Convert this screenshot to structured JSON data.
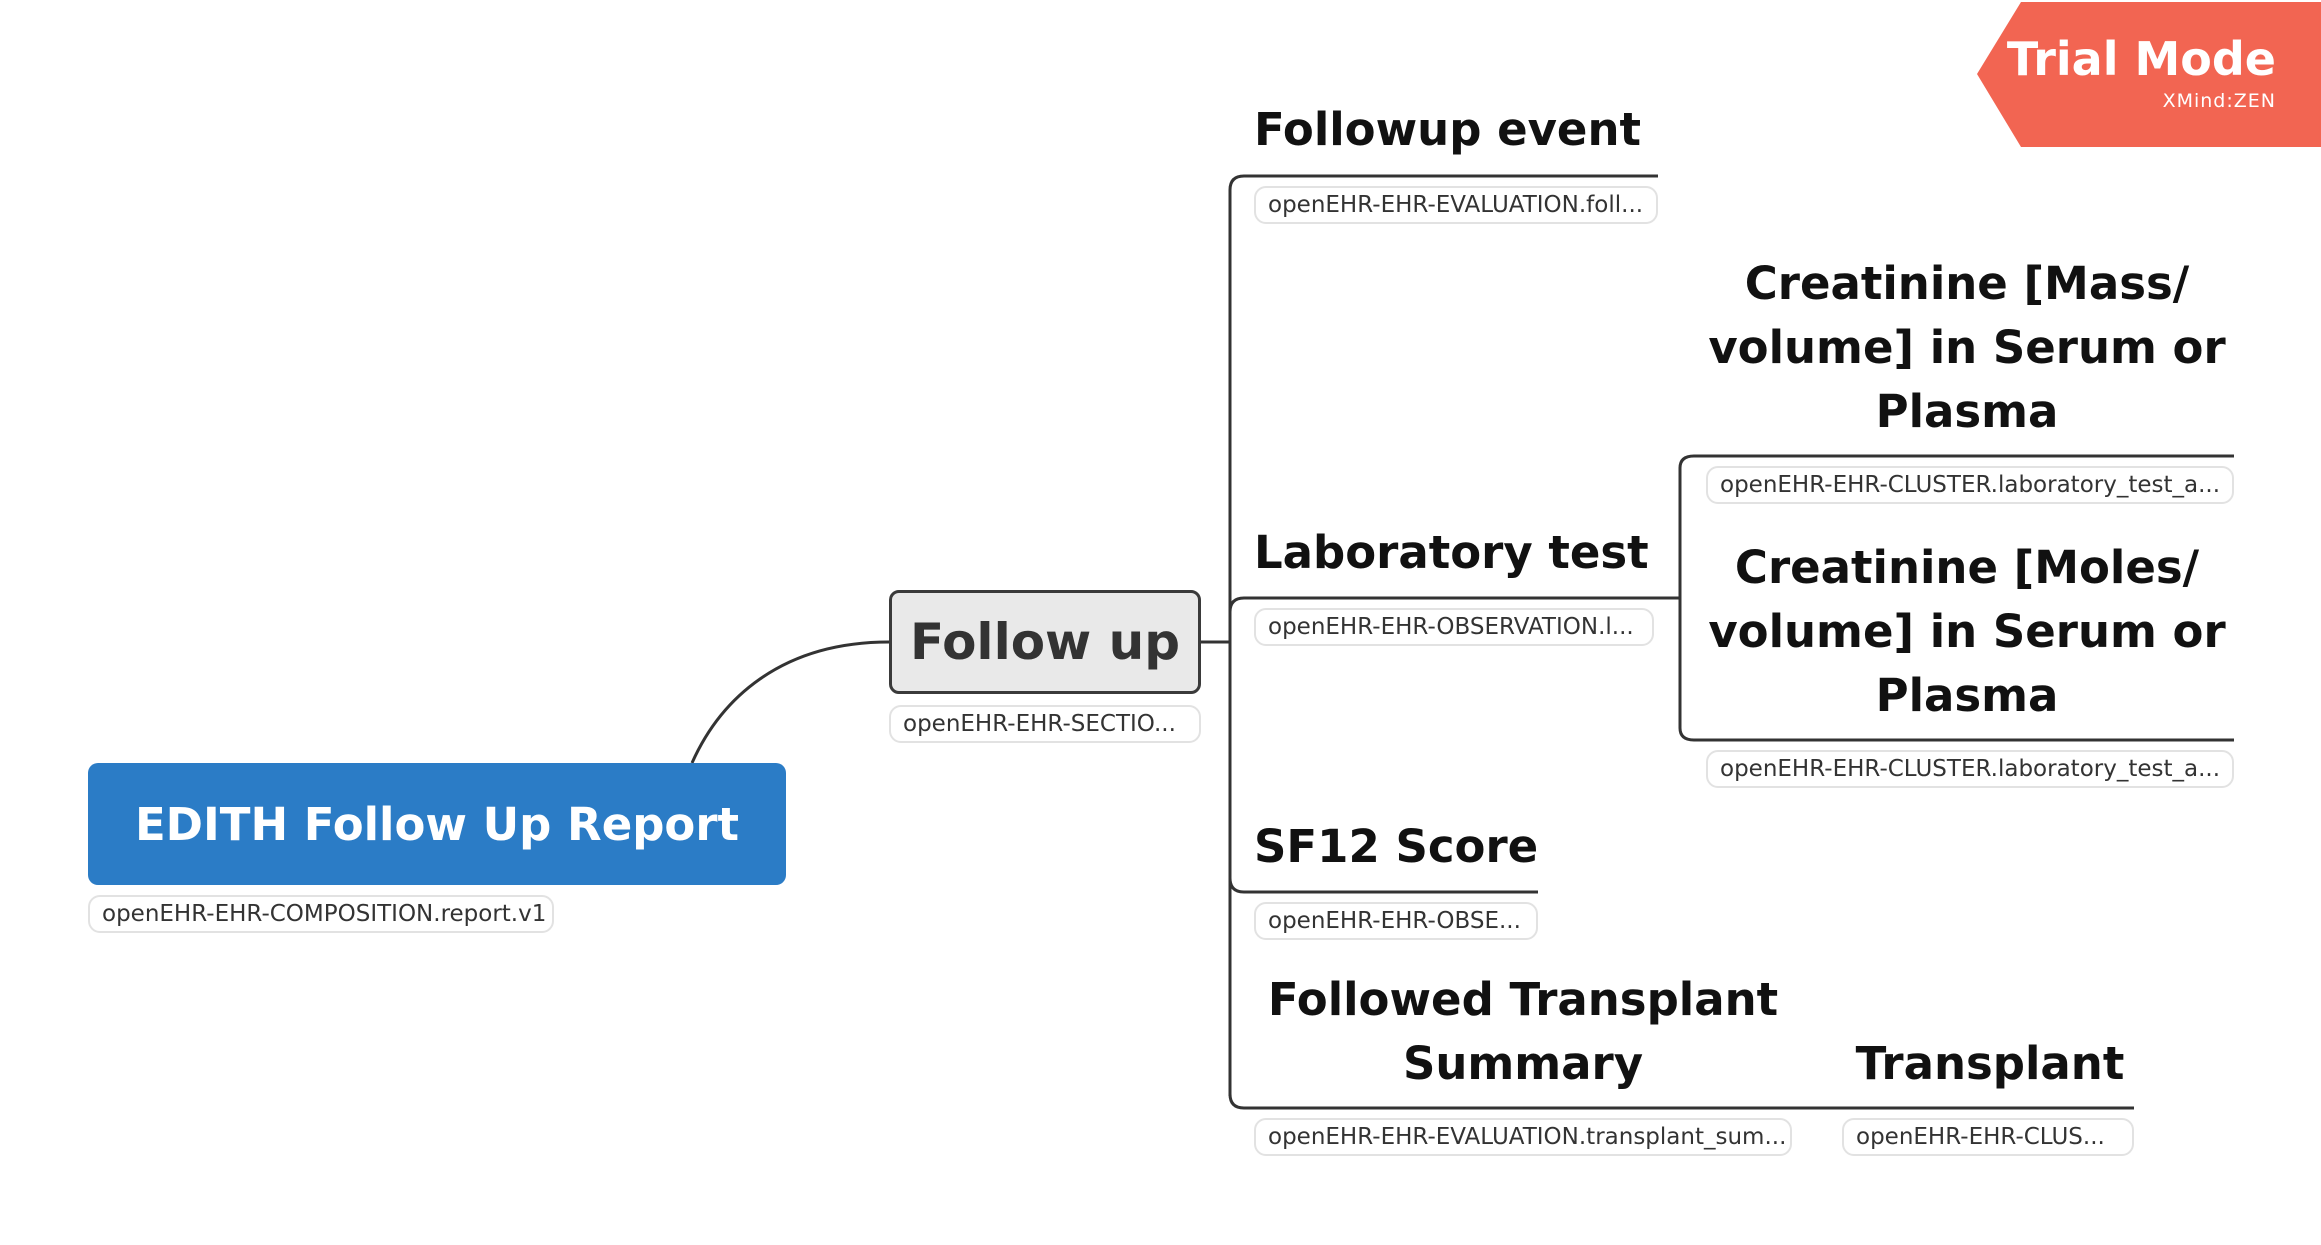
{
  "watermark": {
    "label": "Trial Mode",
    "brand": "XMind:ZEN",
    "color": "#f26552"
  },
  "root": {
    "title": "EDITH Follow Up Report",
    "note": "openEHR-EHR-COMPOSITION.report.v1",
    "color": "#2b7cc6"
  },
  "section": {
    "title": "Follow up",
    "note": "openEHR-EHR-SECTIO..."
  },
  "topics": {
    "followup_event": {
      "title": "Followup event",
      "note": "openEHR-EHR-EVALUATION.foll..."
    },
    "laboratory_test": {
      "title": "Laboratory test",
      "note": "openEHR-EHR-OBSERVATION.l..."
    },
    "creatinine_mass": {
      "title_lines": [
        "Creatinine [Mass/",
        "volume] in Serum or",
        "Plasma"
      ],
      "note": "openEHR-EHR-CLUSTER.laboratory_test_a..."
    },
    "creatinine_moles": {
      "title_lines": [
        "Creatinine [Moles/",
        "volume] in Serum or",
        "Plasma"
      ],
      "note": "openEHR-EHR-CLUSTER.laboratory_test_a..."
    },
    "sf12_score": {
      "title": "SF12 Score",
      "note": "openEHR-EHR-OBSE..."
    },
    "followed_transplant_summary": {
      "title_lines": [
        "Followed Transplant",
        "Summary"
      ],
      "note": "openEHR-EHR-EVALUATION.transplant_sum..."
    },
    "transplant": {
      "title": "Transplant",
      "note": "openEHR-EHR-CLUS..."
    }
  }
}
